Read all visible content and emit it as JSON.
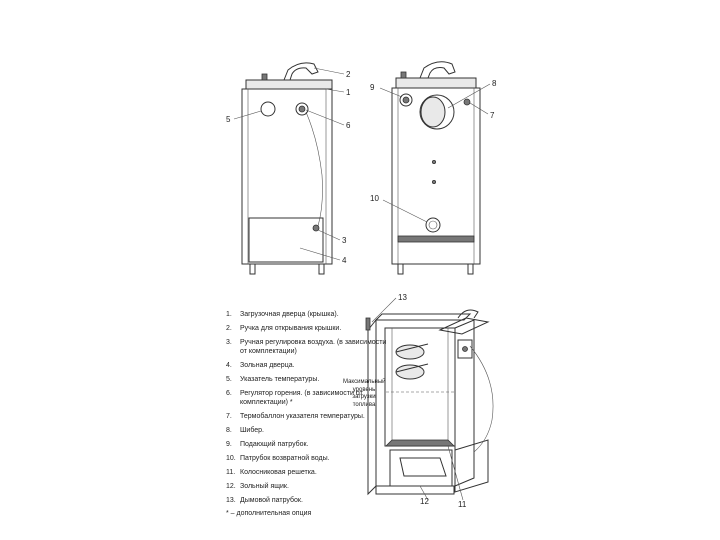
{
  "callouts": {
    "front": [
      "1",
      "2",
      "3",
      "4",
      "5",
      "6"
    ],
    "back": [
      "7",
      "8",
      "9",
      "10"
    ],
    "section": [
      "11",
      "12",
      "13"
    ]
  },
  "legend": [
    {
      "num": "1.",
      "text": "Загрузочная дверца (крышка)."
    },
    {
      "num": "2.",
      "text": "Ручка для открывания крышки."
    },
    {
      "num": "3.",
      "text": "Ручная регулировка воздуха. (в зависимости от комплектации)"
    },
    {
      "num": "4.",
      "text": "Зольная дверца."
    },
    {
      "num": "5.",
      "text": "Указатель температуры."
    },
    {
      "num": "6.",
      "text": "Регулятор горения. (в зависимости от комплектации) *"
    },
    {
      "num": "7.",
      "text": "Термобаллон указателя температуры."
    },
    {
      "num": "8.",
      "text": "Шибер."
    },
    {
      "num": "9.",
      "text": "Подающий патрубок."
    },
    {
      "num": "10.",
      "text": "Патрубок возвратной воды."
    },
    {
      "num": "11.",
      "text": "Колосниковая решетка."
    },
    {
      "num": "12.",
      "text": "Зольный ящик."
    },
    {
      "num": "13.",
      "text": "Дымовой патрубок."
    }
  ],
  "footnote": "* – дополнительная опция",
  "side_label": "Максимальный уровень загрузки топлива"
}
